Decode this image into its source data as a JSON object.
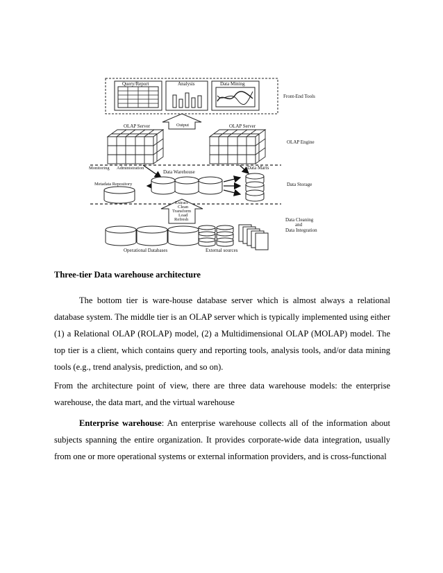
{
  "diagram": {
    "query_report": "Query/Report",
    "analysis": "Analysis",
    "data_mining": "Data Mining",
    "front_end_tools": "Front-End Tools",
    "olap_server_left": "OLAP Server",
    "output": "Output",
    "olap_server_right": "OLAP Server",
    "olap_engine": "OLAP Engine",
    "monitoring": "Monitoring",
    "administration": "Administration",
    "data_warehouse": "Data Warehouse",
    "data_marts": "Data Marts",
    "metadata_repository": "Metadata Repository",
    "data_storage": "Data Storage",
    "etl_extract": "Extract",
    "etl_clean": "Clean",
    "etl_transform": "Transform",
    "etl_load": "Load",
    "etl_refresh": "Refresh",
    "data_cleaning_1": "Data Cleaning",
    "data_cleaning_2": "and",
    "data_cleaning_3": "Data Integration",
    "operational_databases": "Operational Databases",
    "external_sources": "External sources"
  },
  "caption": "Three-tier Data warehouse architecture",
  "paragraph1": "The bottom tier is ware-house database server which is almost always a relational database system. The middle tier is an OLAP server which is typically implemented using either (1) a Relational OLAP (ROLAP) model, (2) a Multidimensional OLAP (MOLAP) model. The top tier is a client, which contains query and reporting tools, analysis tools, and/or data mining tools (e.g., trend analysis, prediction, and so on).",
  "paragraph2": "From the architecture point of view, there are three data warehouse models: the enterprise warehouse, the data mart, and the virtual warehouse",
  "paragraph3_term": "Enterprise warehouse",
  "paragraph3_rest": ": An enterprise warehouse collects all of the information about subjects spanning the entire organization. It provides corporate-wide data integration, usually from one or more operational systems or external information providers, and is cross-functional"
}
